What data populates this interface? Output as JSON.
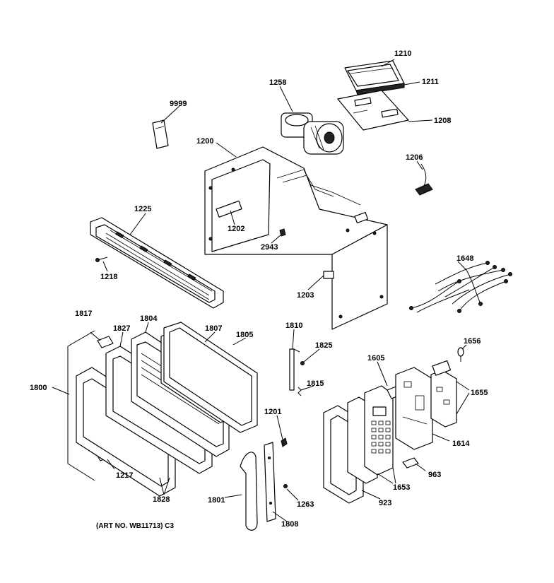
{
  "labels": {
    "p1210": "1210",
    "p1211": "1211",
    "p1258": "1258",
    "p1208": "1208",
    "p9999": "9999",
    "p1200": "1200",
    "p1206": "1206",
    "p1225": "1225",
    "p1202": "1202",
    "p2943": "2943",
    "p1218": "1218",
    "p1648": "1648",
    "p1203": "1203",
    "p1817": "1817",
    "p1804": "1804",
    "p1807": "1807",
    "p1805": "1805",
    "p1827": "1827",
    "p1810": "1810",
    "p1825": "1825",
    "p1656": "1656",
    "p1800": "1800",
    "p1605": "1605",
    "p1815": "1815",
    "p1655": "1655",
    "p1201": "1201",
    "p1614": "1614",
    "p1217": "1217",
    "p963": "963",
    "p1653": "1653",
    "p1828": "1828",
    "p1801": "1801",
    "p1263": "1263",
    "p923": "923",
    "p1808": "1808"
  },
  "caption": "(ART NO. WB11713) C3"
}
